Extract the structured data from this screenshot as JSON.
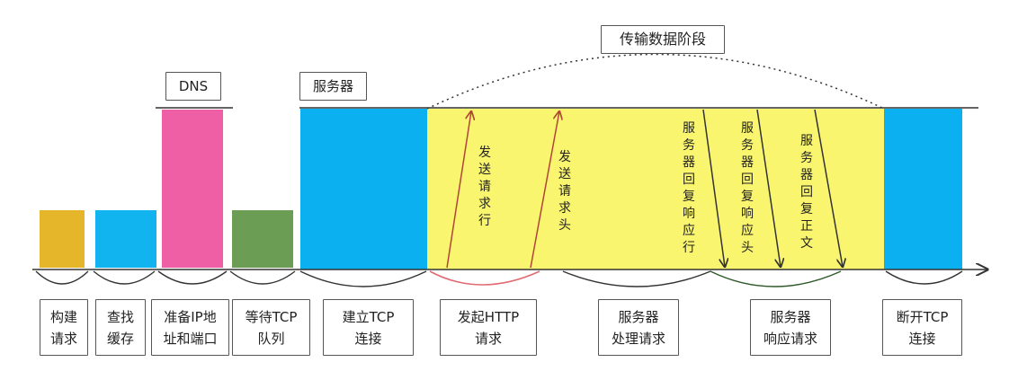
{
  "colors": {
    "build_request": "#e5b52a",
    "cache": "#12b4ef",
    "dns": "#ee5fa6",
    "queue": "#6b9e54",
    "server": "#0ab0ef",
    "http": "#f9f56e",
    "close": "#0ab0ef",
    "arrow_send": "#b0463a",
    "arrow_resp": "#333333"
  },
  "top_labels": {
    "transfer_phase": "传输数据阶段",
    "dns": "DNS",
    "server": "服务器"
  },
  "arrows": {
    "send_line": "发送请求行",
    "send_header": "发送请求头",
    "resp_line": "服务器回复响应行",
    "resp_header": "服务器回复响应头",
    "resp_body": "服务器回复正文"
  },
  "stages": [
    "构建\n请求",
    "查找\n缓存",
    "准备IP地\n址和端口",
    "等待TCP\n队列",
    "建立TCP\n连接",
    "发起HTTP\n请求",
    "服务器\n处理请求",
    "服务器\n响应请求",
    "断开TCP\n连接"
  ]
}
